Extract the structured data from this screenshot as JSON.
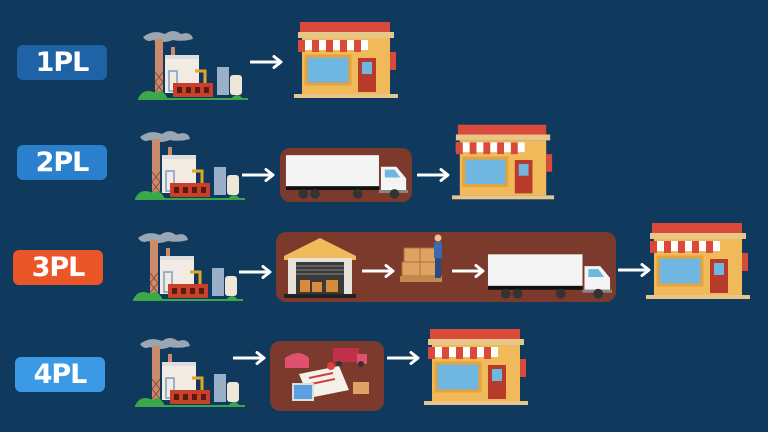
{
  "rows": [
    {
      "label": "1PL",
      "color": "#1f63a6"
    },
    {
      "label": "2PL",
      "color": "#2a80cc"
    },
    {
      "label": "3PL",
      "color": "#ea5628"
    },
    {
      "label": "4PL",
      "color": "#3b9ae6"
    }
  ],
  "colors": {
    "background": "#0f3a5e",
    "panel": "#7b3a2c"
  }
}
